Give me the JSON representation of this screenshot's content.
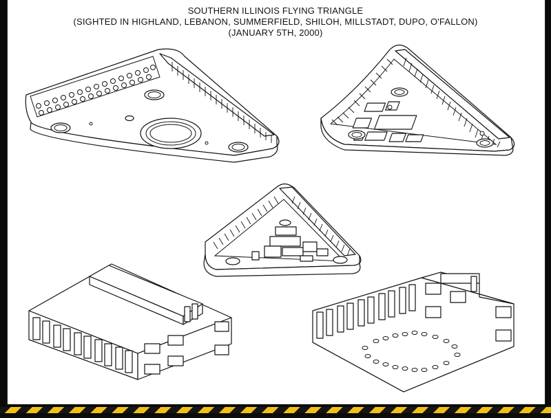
{
  "title": {
    "line1": "SOUTHERN ILLINOIS FLYING TRIANGLE",
    "line2": "(SIGHTED IN HIGHLAND, LEBANON, SUMMERFIELD, SHILOH, MILLSTADT, DUPO, O'FALLON)",
    "line3": "(JANUARY 5TH, 2000)"
  },
  "colors": {
    "paper": "#ffffff",
    "ink": "#111111",
    "hazard_yellow": "#f2c014",
    "hazard_black": "#151515"
  }
}
